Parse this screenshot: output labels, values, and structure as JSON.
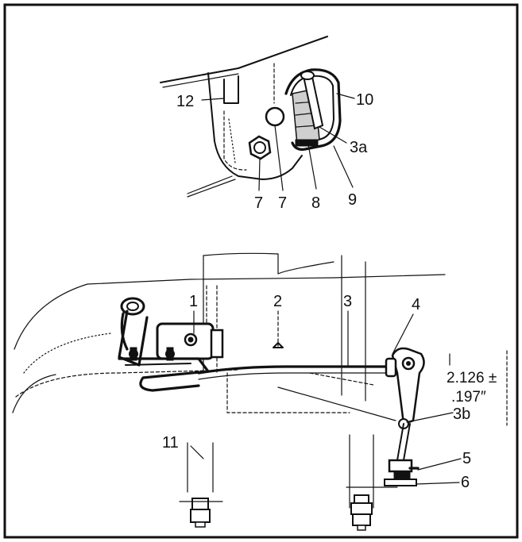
{
  "callouts": {
    "c1": "1",
    "c2": "2",
    "c3": "3",
    "c3a": "3a",
    "c3b": "3b",
    "c4": "4",
    "c5": "5",
    "c6": "6",
    "c7a": "7",
    "c7b": "7",
    "c8": "8",
    "c9": "9",
    "c10": "10",
    "c11": "11",
    "c12": "12"
  },
  "dimension": {
    "line1": "2.126 ±",
    "line2": ".197″"
  }
}
